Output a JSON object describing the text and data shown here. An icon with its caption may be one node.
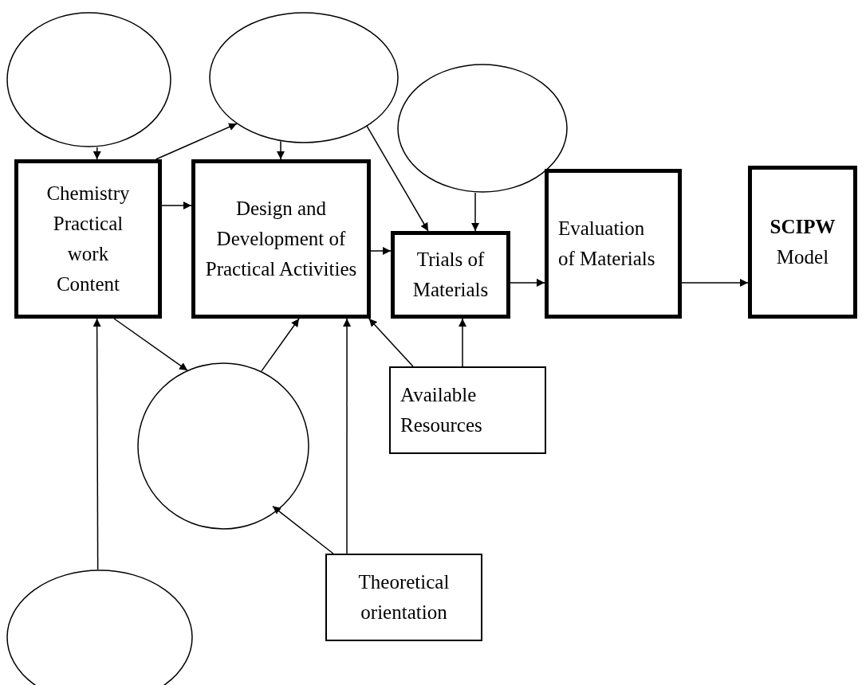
{
  "diagram": {
    "nodes": [
      {
        "text": [],
        "shape": "ellipse"
      },
      {
        "text": [],
        "shape": "ellipse"
      },
      {
        "text": [],
        "shape": "ellipse"
      },
      {
        "text": [
          "Chemistry Practical work Content"
        ]
      },
      {
        "text": [
          "Design and Development of Practical Activities"
        ]
      },
      {
        "text": [
          "Trials of Materials"
        ]
      },
      {
        "text": [
          "Evaluation of Materials"
        ]
      },
      {
        "text": [
          "**SCIPW** Model"
        ]
      },
      {
        "text": [],
        "shape": "ellipse"
      },
      {
        "text": [
          "Available Resources"
        ]
      },
      {
        "text": [],
        "shape": "ellipse"
      },
      {
        "text": [
          "Theoretical orientation"
        ]
      }
    ],
    "edges": [
      {
        "from": 0,
        "to": 3,
        "arrow": "to"
      },
      {
        "from": 3,
        "to": 1,
        "arrow": "to"
      },
      {
        "from": 1,
        "to": 4,
        "arrow": "to"
      },
      {
        "from": 1,
        "to": 5,
        "arrow": "to"
      },
      {
        "from": 2,
        "to": 5,
        "arrow": "to"
      },
      {
        "from": 3,
        "to": 4,
        "arrow": "to"
      },
      {
        "from": 4,
        "to": 5,
        "arrow": "to"
      },
      {
        "from": 5,
        "to": 6,
        "arrow": "to"
      },
      {
        "from": 6,
        "to": 7,
        "arrow": "to"
      },
      {
        "from": 3,
        "to": 8,
        "arrow": "to"
      },
      {
        "from": 8,
        "to": 4,
        "arrow": "to"
      },
      {
        "from": 9,
        "to": 4,
        "arrow": "to"
      },
      {
        "from": 9,
        "to": 5,
        "arrow": "to"
      },
      {
        "from": 10,
        "to": 3,
        "arrow": "to"
      },
      {
        "from": 11,
        "to": 8,
        "arrow": "to"
      },
      {
        "from": 11,
        "to": 4,
        "arrow": "to"
      }
    ]
  }
}
